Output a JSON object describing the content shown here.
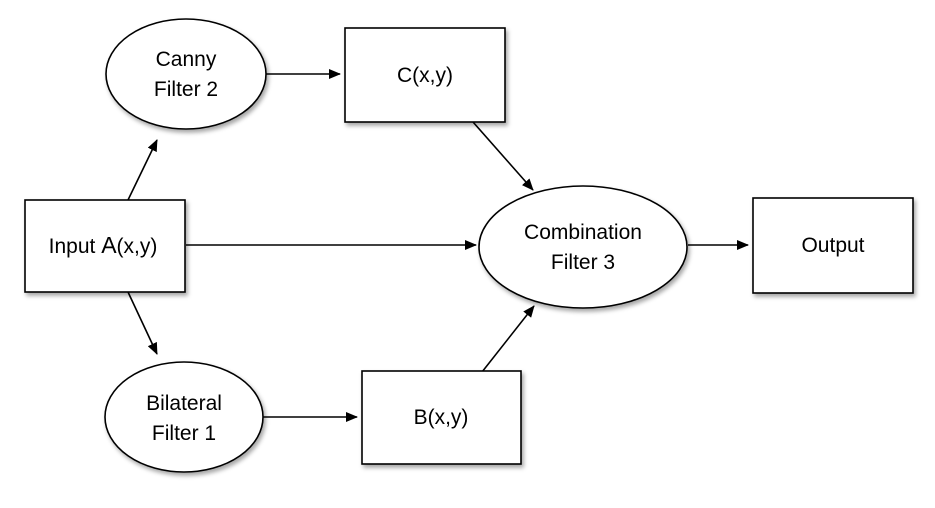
{
  "nodes": {
    "canny": {
      "line1": "Canny",
      "line2": "Filter 2"
    },
    "cxy": {
      "label": "C(x,y)"
    },
    "input": {
      "prefix": "Input ",
      "var": "A",
      "suffix": "(x,y)"
    },
    "combination": {
      "line1": "Combination",
      "line2": "Filter 3"
    },
    "output": {
      "label": "Output"
    },
    "bilateral": {
      "line1": "Bilateral",
      "line2": "Filter 1"
    },
    "bxy": {
      "label": "B(x,y)"
    }
  }
}
